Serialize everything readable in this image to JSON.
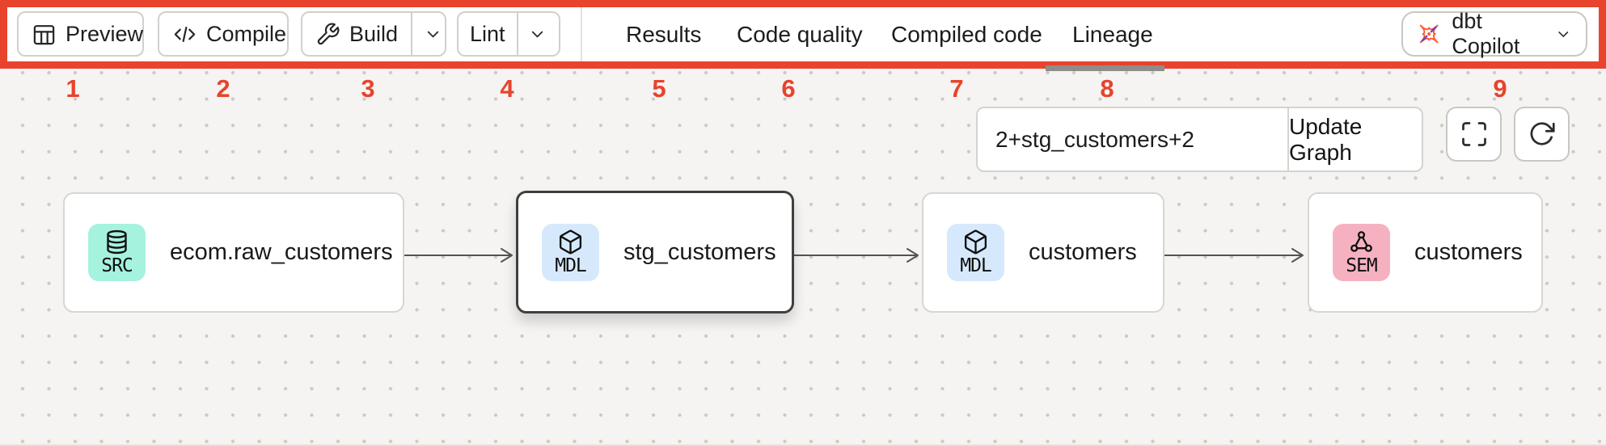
{
  "annotation": {
    "color": "#e8432d",
    "numbers": [
      "1",
      "2",
      "3",
      "4",
      "5",
      "6",
      "7",
      "8",
      "9"
    ]
  },
  "toolbar": {
    "buttons": [
      {
        "label": "Preview",
        "icon": "table-icon"
      },
      {
        "label": "Compile",
        "icon": "code-icon"
      },
      {
        "label": "Build",
        "icon": "wrench-icon",
        "dropdown_icon": "chevron-down-icon"
      },
      {
        "label": "Lint",
        "dropdown_icon": "chevron-down-icon"
      }
    ],
    "tabs": [
      {
        "label": "Results"
      },
      {
        "label": "Code quality"
      },
      {
        "label": "Compiled code"
      },
      {
        "label": "Lineage",
        "active": true
      }
    ],
    "copilot": {
      "label": "dbt Copilot",
      "icon": "dbt-logo-icon",
      "dropdown_icon": "chevron-down-icon"
    }
  },
  "lineage": {
    "selector_value": "2+stg_customers+2",
    "update_button_label": "Update Graph",
    "controls": [
      {
        "icon": "fullscreen-icon"
      },
      {
        "icon": "refresh-icon"
      }
    ],
    "nodes": [
      {
        "title": "ecom.raw_customers",
        "badge": "SRC",
        "type": "source",
        "icon": "database-icon",
        "badge_color": "#a5f2df",
        "selected": false
      },
      {
        "title": "stg_customers",
        "badge": "MDL",
        "type": "model",
        "icon": "cube-icon",
        "badge_color": "#d6e9fc",
        "selected": true
      },
      {
        "title": "customers",
        "badge": "MDL",
        "type": "model",
        "icon": "cube-icon",
        "badge_color": "#d6e9fc",
        "selected": false
      },
      {
        "title": "customers",
        "badge": "SEM",
        "type": "semantic-model",
        "icon": "semantic-graph-icon",
        "badge_color": "#f6b1c0",
        "selected": false
      }
    ]
  }
}
